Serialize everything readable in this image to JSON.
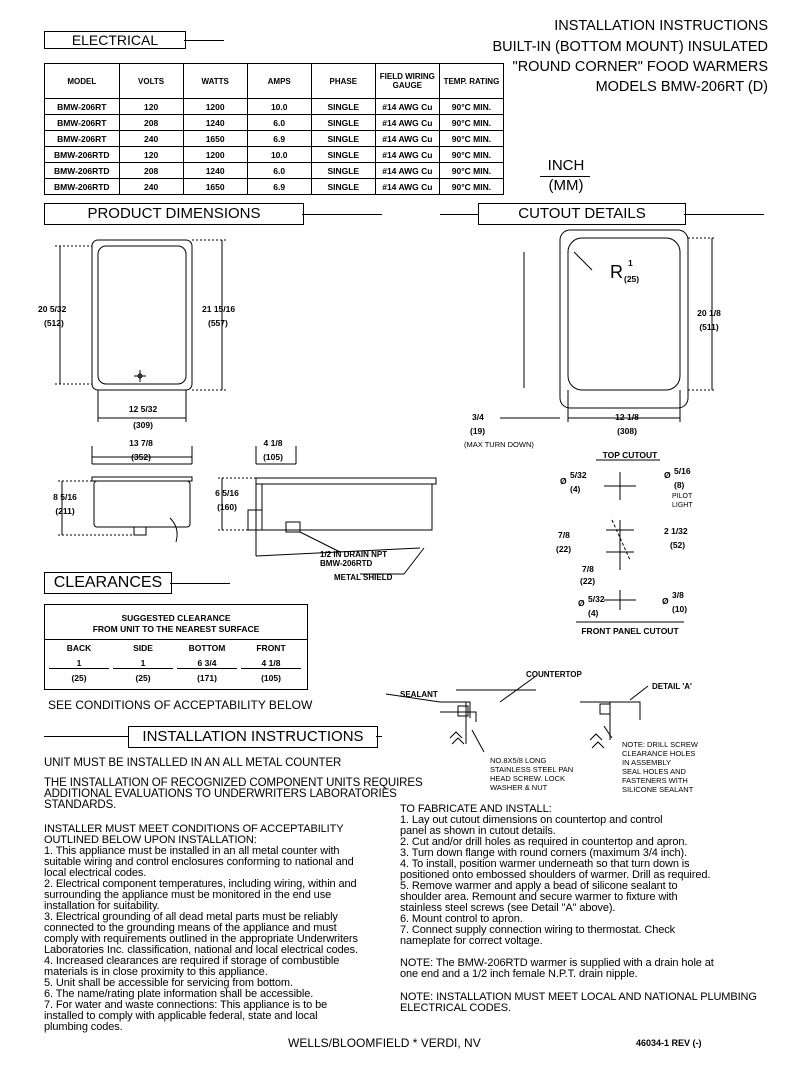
{
  "header": {
    "line1": "INSTALLATION INSTRUCTIONS",
    "line2": "BUILT-IN (BOTTOM MOUNT) INSULATED",
    "line3": "\"ROUND CORNER\" FOOD WARMERS",
    "line4": "MODELS BMW-206RT (D)"
  },
  "units": {
    "inch": "INCH",
    "mm": "(MM)"
  },
  "sections": {
    "electrical": "ELECTRICAL",
    "product_dimensions": "PRODUCT DIMENSIONS",
    "cutout_details": "CUTOUT DETAILS",
    "clearances": "CLEARANCES",
    "installation_instructions": "INSTALLATION INSTRUCTIONS"
  },
  "electrical_table": {
    "headers": [
      "MODEL",
      "VOLTS",
      "WATTS",
      "AMPS",
      "PHASE",
      "FIELD WIRING GAUGE",
      "TEMP. RATING"
    ],
    "rows": [
      [
        "BMW-206RT",
        "120",
        "1200",
        "10.0",
        "SINGLE",
        "#14 AWG Cu",
        "90°C MIN."
      ],
      [
        "BMW-206RT",
        "208",
        "1240",
        "6.0",
        "SINGLE",
        "#14 AWG Cu",
        "90°C MIN."
      ],
      [
        "BMW-206RT",
        "240",
        "1650",
        "6.9",
        "SINGLE",
        "#14 AWG Cu",
        "90°C MIN."
      ],
      [
        "BMW-206RTD",
        "120",
        "1200",
        "10.0",
        "SINGLE",
        "#14 AWG Cu",
        "90°C MIN."
      ],
      [
        "BMW-206RTD",
        "208",
        "1240",
        "6.0",
        "SINGLE",
        "#14 AWG Cu",
        "90°C MIN."
      ],
      [
        "BMW-206RTD",
        "240",
        "1650",
        "6.9",
        "SINGLE",
        "#14 AWG Cu",
        "90°C MIN."
      ]
    ]
  },
  "product_dims": {
    "height_in": "20 5/32",
    "height_mm": "(512)",
    "height2_in": "21 15/16",
    "height2_mm": "(557)",
    "width_in": "12 5/32",
    "width_mm": "(309)",
    "width2_in": "13 7/8",
    "width2_mm": "(352)",
    "depth_in": "4 1/8",
    "depth_mm": "(105)",
    "side_h_in": "8 5/16",
    "side_h_mm": "(211)",
    "side_h2_in": "6 5/16",
    "side_h2_mm": "(160)",
    "drain_label": "1/2 IN DRAIN NPT\nBMW-206RTD",
    "shield_label": "METAL SHIELD"
  },
  "cutout": {
    "radius_label": "R",
    "radius_in": "1",
    "radius_mm": "(25)",
    "height_in": "20 1/8",
    "height_mm": "(511)",
    "width_in": "12 1/8",
    "width_mm": "(308)",
    "flange_in": "3/4",
    "flange_mm": "(19)",
    "flange_note": "(MAX TURN DOWN)",
    "top_cutout": "TOP CUTOUT",
    "front_panel_cutout": "FRONT PANEL CUTOUT",
    "d1_in": "5/32",
    "d1_mm": "(4)",
    "d2_in": "5/16",
    "d2_mm": "(8)",
    "pilot": "PILOT\nLIGHT",
    "d3_in": "7/8",
    "d3_mm": "(22)",
    "d4_in": "2 1/32",
    "d4_mm": "(52)",
    "d5_in": "7/8",
    "d5_mm": "(22)",
    "d6_in": "5/32",
    "d6_mm": "(4)",
    "d7_in": "3/8",
    "d7_mm": "(10)",
    "dia": "Ø"
  },
  "clearance_table": {
    "title1": "SUGGESTED CLEARANCE",
    "title2": "FROM UNIT TO THE NEAREST SURFACE",
    "cols": [
      {
        "label": "BACK",
        "in": "1",
        "mm": "(25)"
      },
      {
        "label": "SIDE",
        "in": "1",
        "mm": "(25)"
      },
      {
        "label": "BOTTOM",
        "in": "6 3/4",
        "mm": "(171)"
      },
      {
        "label": "FRONT",
        "in": "4 1/8",
        "mm": "(105)"
      }
    ],
    "note": "SEE CONDITIONS OF ACCEPTABILITY BELOW"
  },
  "detail": {
    "countertop": "COUNTERTOP",
    "detail_a": "DETAIL 'A'",
    "sealant": "SEALANT",
    "screw_note": "NO.8X5/8 LONG\nSTAINLESS STEEL PAN\nHEAD SCREW. LOCK\nWASHER & NUT",
    "drill_note": "NOTE: DRILL SCREW\nCLEARANCE HOLES\nIN ASSEMBLY\nSEAL HOLES AND\nFASTENERS WITH\nSILICONE SEALANT"
  },
  "instructions": {
    "unit_note": "UNIT MUST BE INSTALLED IN AN ALL METAL COUNTER",
    "recognized": "THE INSTALLATION OF RECOGNIZED COMPONENT UNITS REQUIRES\nADDITIONAL EVALUATIONS TO UNDERWRITERS LABORATORIES\nSTANDARDS.",
    "conditions": "INSTALLER MUST MEET CONDITIONS OF ACCEPTABILITY\nOUTLINED BELOW UPON INSTALLATION:\n1. This appliance must be installed in an all metal counter with\nsuitable wiring and control enclosures conforming to national and\nlocal electrical codes.\n2. Electrical component temperatures, including wiring, within and\nsurrounding the appliance must be monitored in the end use\ninstallation for suitability.\n3. Electrical grounding of all dead metal parts must be reliably\nconnected to the grounding means of the appliance and must\ncomply with requirements outlined in the appropriate Underwriters\nLaboratories Inc. classification, national and local electrical codes.\n4. Increased clearances are required if storage of combustible\nmaterials is in close proximity to this appliance.\n5. Unit shall be accessible for servicing from bottom.\n6. The name/rating plate information shall be accessible.\n7. For water and waste connections: This appliance is to be\ninstalled to comply with applicable federal, state and local\nplumbing codes.",
    "fabricate": "TO FABRICATE AND INSTALL:\n1. Lay out cutout dimensions on countertop and control\npanel as shown in cutout details.\n2. Cut and/or drill holes as required in countertop and apron.\n3. Turn down flange with round corners (maximum 3/4 inch).\n4. To install, position warmer underneath so that turn down is\npositioned onto embossed shoulders of warmer. Drill as required.\n5. Remove warmer and apply a bead of silicone sealant to\nshoulder area. Remount and secure warmer to fixture with\nstainless steel screws (see Detail \"A\" above).\n6. Mount control to apron.\n7. Connect supply connection wiring to thermostat. Check\nnameplate for correct voltage.",
    "note1": "NOTE:  The BMW-206RTD warmer is supplied with a drain hole at\none end and a 1/2 inch female N.P.T. drain nipple.",
    "note2": "NOTE: INSTALLATION MUST MEET LOCAL AND NATIONAL PLUMBING\n           ELECTRICAL CODES."
  },
  "footer": {
    "company": "WELLS/BLOOMFIELD * VERDI, NV",
    "doc_no": "46034-1   REV (-)"
  }
}
